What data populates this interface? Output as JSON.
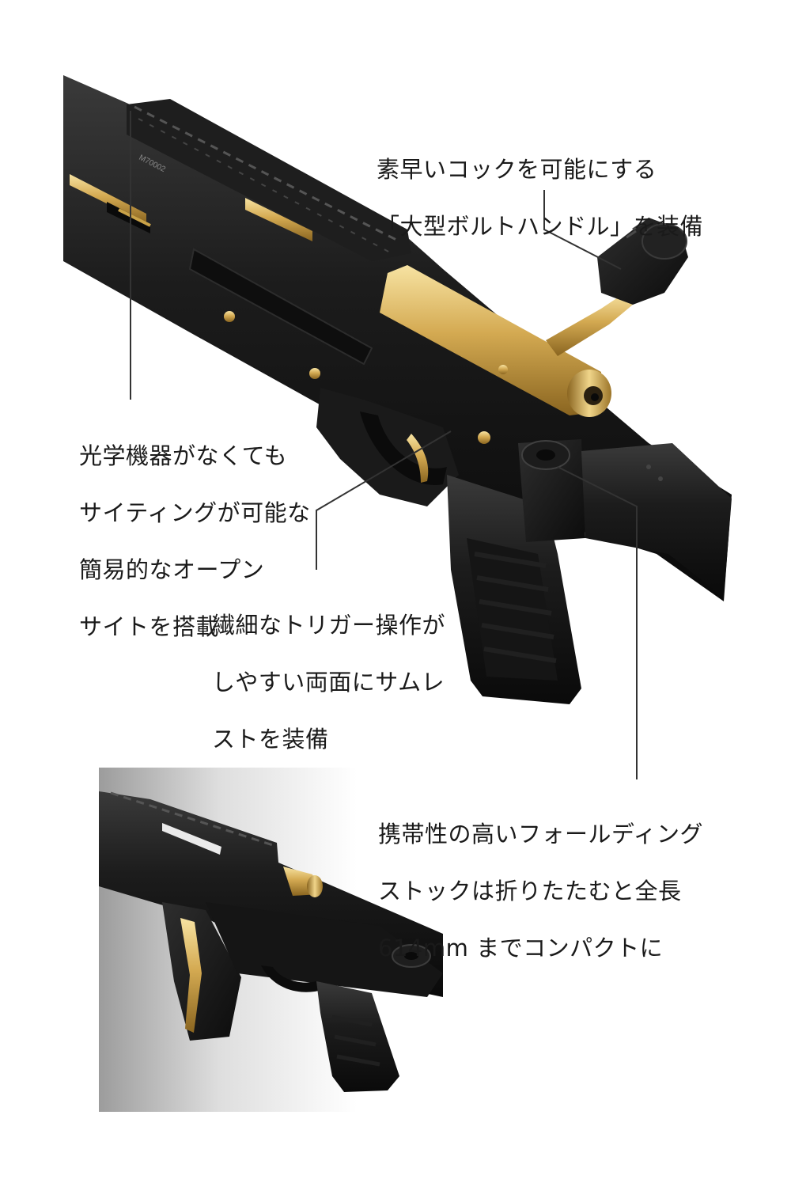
{
  "callouts": {
    "bolt": {
      "lines": [
        "素早いコックを可能にする",
        "「大型ボルトハンドル」を装備"
      ]
    },
    "sight": {
      "lines": [
        "光学機器がなくても",
        "サイティングが可能な",
        "簡易的なオープン",
        "サイトを搭載"
      ]
    },
    "trigger": {
      "lines": [
        "繊細なトリガー操作が",
        "しやすい両面にサムレ",
        "ストを装備"
      ]
    },
    "stock": {
      "lines": [
        "携帯性の高いフォールディング",
        "ストックは折りたたむと全長",
        "614mm までコンパクトに"
      ]
    }
  },
  "markings": {
    "receiver_model": "M70002"
  },
  "colors": {
    "background": "#ffffff",
    "rifle_black": "#141414",
    "rifle_dark": "#262626",
    "gold": "#c9a248",
    "gold_light": "#f0d58a",
    "leader_line": "#333333",
    "text": "#1a1a1a",
    "inset_gradient_start": "#ffffff",
    "inset_gradient_end": "#9a9a9a"
  }
}
